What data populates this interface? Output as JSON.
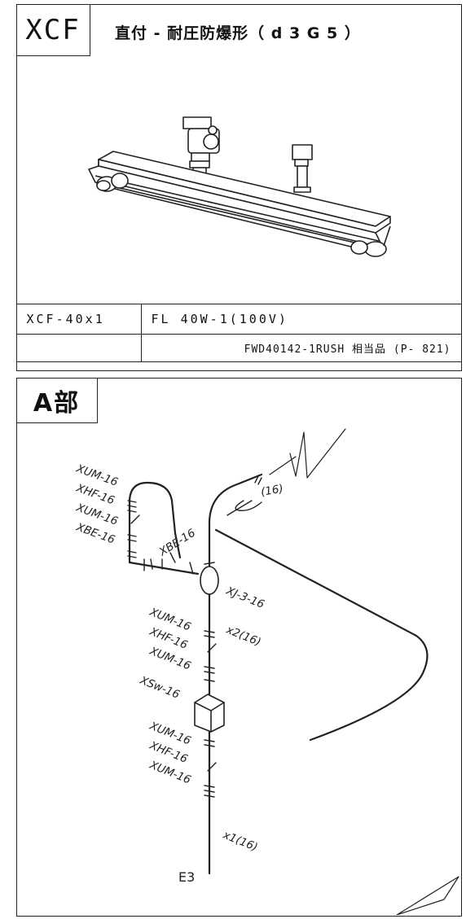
{
  "fixture": {
    "code": "XCF",
    "title": "直付 - 耐圧防爆形（ d 3 G 5 ）",
    "spec": {
      "model": "XCF-40x1",
      "lamp": "FL 40W-1(100V)",
      "equivalent": "FWD40142-1RUSH 相当品 (P- 821)"
    }
  },
  "section": {
    "title": "A部",
    "labels": {
      "xum_1": "XUM-16",
      "xhf_1": "XHF-16",
      "xum_2": "XUM-16",
      "xbe_1": "XBE-16",
      "xbe_2": "XBE-16",
      "conduit_top": "(16)",
      "junction": "XJ-3-16",
      "wire_2": "x2(16)",
      "xum_3": "XUM-16",
      "xhf_2": "XHF-16",
      "xum_4": "XUM-16",
      "switch": "XSw-16",
      "xum_5": "XUM-16",
      "xhf_3": "XHF-16",
      "xum_6": "XUM-16",
      "wire_1": "x1(16)",
      "ground": "E3"
    }
  }
}
